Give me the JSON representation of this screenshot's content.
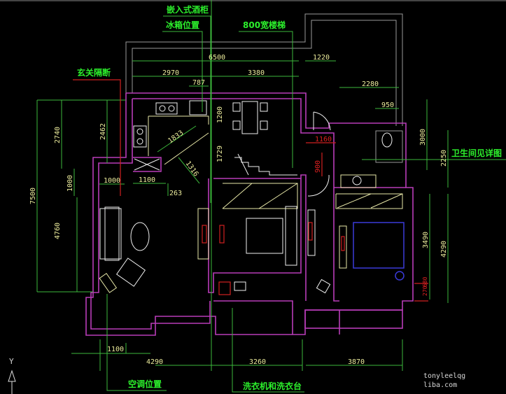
{
  "labels": {
    "wine_cabinet": "嵌入式酒柜",
    "fridge": "冰箱位置",
    "stairs": "800宽楼梯",
    "entry_partition": "玄关隔断",
    "bathroom_detail": "卫生间见详图",
    "ac_position": "空调位置",
    "washer": "洗衣机和洗衣台"
  },
  "dimensions": {
    "top_total": "6500",
    "top_left": "2970",
    "top_787": "787",
    "top_right": "3380",
    "top_1220": "1220",
    "top_2280": "2280",
    "top_950": "950",
    "right_3000": "3000",
    "right_2250": "2250",
    "right_3490": "3490",
    "right_4290": "4290",
    "right_270": "270",
    "right_680": "680",
    "door_1160": "1160",
    "door_900": "900",
    "dim_1200": "1200",
    "dim_1729": "1729",
    "dim_1833": "1833",
    "dim_1316": "1316",
    "left_2740": "2740",
    "left_2462": "2462",
    "left_7500": "7500",
    "left_1000_v": "1000",
    "left_4760": "4760",
    "entry_1000": "1000",
    "entry_1100": "1100",
    "entry_263": "263",
    "bottom_1100": "1100",
    "bottom_4290": "4290",
    "bottom_3260": "3260",
    "bottom_3870": "3870"
  },
  "axis_label": "Y",
  "watermark": {
    "line1": "tonyleelqg",
    "line2": "liba.com"
  }
}
